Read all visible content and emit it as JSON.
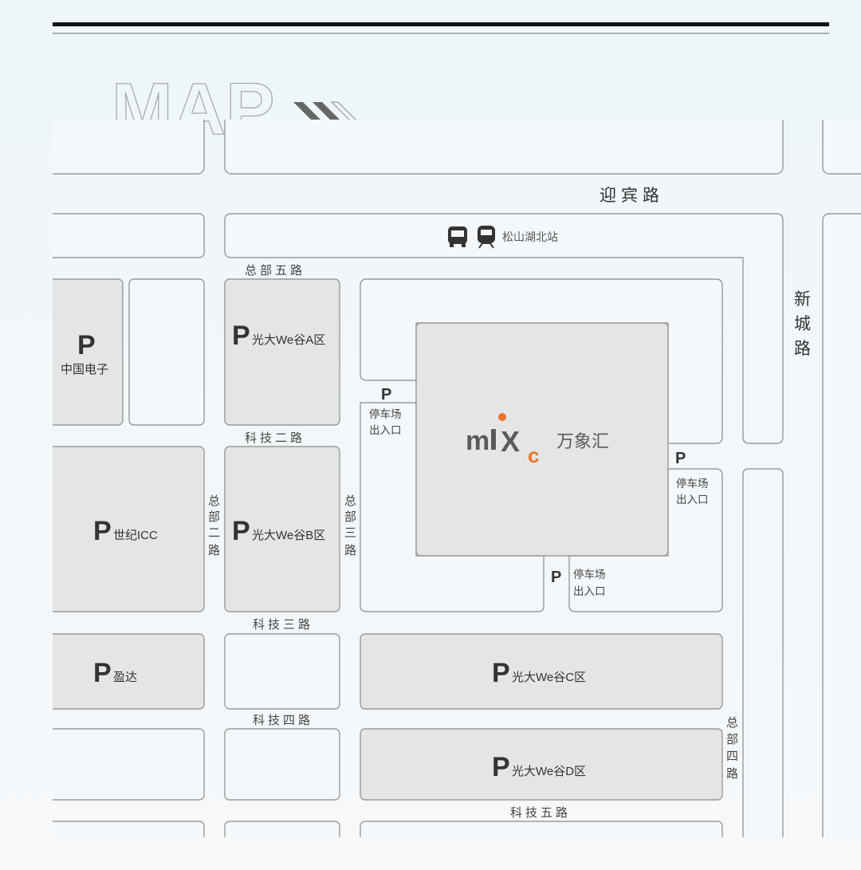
{
  "title": "MAP",
  "roads": {
    "yingbin": "迎宾路",
    "xincheng": [
      "新",
      "城",
      "路"
    ],
    "zongbu5": "总部五路",
    "keji2": "科技二路",
    "zongbu2": [
      "总",
      "部",
      "二",
      "路"
    ],
    "zongbu3": [
      "总",
      "部",
      "三",
      "路"
    ],
    "keji3": "科技三路",
    "keji4": "科技四路",
    "keji5": "科技五路",
    "zongbu4": [
      "总",
      "部",
      "四",
      "路"
    ]
  },
  "station": {
    "name": "松山湖北站",
    "icons": [
      "bus-icon",
      "train-icon"
    ]
  },
  "parking": [
    {
      "p": "P",
      "name": "中国电子"
    },
    {
      "p": "P",
      "name": "光大We谷A区"
    },
    {
      "p": "P",
      "name": "世纪ICC"
    },
    {
      "p": "P",
      "name": "光大We谷B区"
    },
    {
      "p": "P",
      "name": "盈达"
    },
    {
      "p": "P",
      "name": "光大We谷C区"
    },
    {
      "p": "P",
      "name": "光大We谷D区"
    }
  ],
  "entrances": [
    {
      "p": "P",
      "line1": "停车场",
      "line2": "出入口"
    },
    {
      "p": "P",
      "line1": "停车场",
      "line2": "出入口"
    },
    {
      "p": "P",
      "line1": "停车场",
      "line2": "出入口"
    }
  ],
  "mall": {
    "logo": "mixc",
    "name": "万象汇",
    "brand_color": "#e8742a",
    "logo_gray": "#5a5a5a"
  }
}
